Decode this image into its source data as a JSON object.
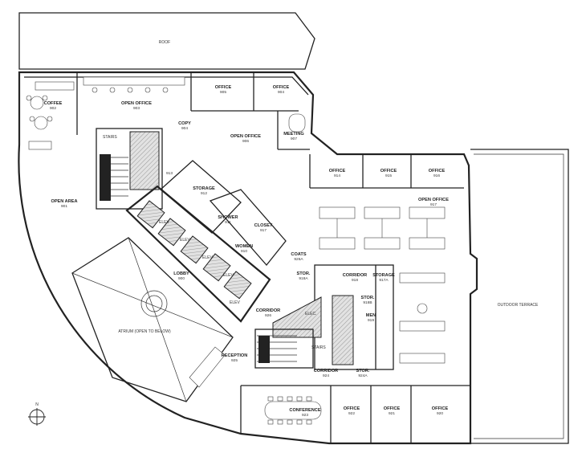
{
  "plan": {
    "roof": "ROOF",
    "outdoor_terrace": "OUTDOOR TERRACE",
    "atrium": "ATRIUM (OPEN TO BELOW)",
    "north": "N",
    "stairs": "STAIRS",
    "elevator": "ELEV",
    "elec": "ELEC.",
    "rooms": [
      {
        "name": "COFFEE",
        "number": "902"
      },
      {
        "name": "OPEN OFFICE",
        "number": "903"
      },
      {
        "name": "OFFICE",
        "number": "905"
      },
      {
        "name": "OFFICE",
        "number": "904"
      },
      {
        "name": "COPY",
        "number": "904"
      },
      {
        "name": "MEETING",
        "number": "907"
      },
      {
        "name": "OPEN OFFICE",
        "number": "906"
      },
      {
        "name": "STORAGE",
        "number": "912"
      },
      {
        "name": "",
        "number": "913"
      },
      {
        "name": "OPEN AREA",
        "number": "901"
      },
      {
        "name": "OFFICE",
        "number": "914"
      },
      {
        "name": "OFFICE",
        "number": "915"
      },
      {
        "name": "OFFICE",
        "number": "916"
      },
      {
        "name": "OPEN OFFICE",
        "number": "917"
      },
      {
        "name": "SHOWER",
        "number": "911"
      },
      {
        "name": "CLOSET",
        "number": "917"
      },
      {
        "name": "WOMEN",
        "number": "910"
      },
      {
        "name": "COATS",
        "number": "926A"
      },
      {
        "name": "STOR.",
        "number": "918A"
      },
      {
        "name": "CORRIDOR",
        "number": "918"
      },
      {
        "name": "STORAGE",
        "number": "917A"
      },
      {
        "name": "LOBBY",
        "number": "900"
      },
      {
        "name": "STOR.",
        "number": "918B"
      },
      {
        "name": "MEN",
        "number": "919"
      },
      {
        "name": "CORRIDOR",
        "number": "926"
      },
      {
        "name": "RECEPTION",
        "number": "925"
      },
      {
        "name": "CORRIDOR",
        "number": "924"
      },
      {
        "name": "STOR.",
        "number": "924A"
      },
      {
        "name": "CONFERENCE",
        "number": "923"
      },
      {
        "name": "OFFICE",
        "number": "922"
      },
      {
        "name": "OFFICE",
        "number": "921"
      },
      {
        "name": "OFFICE",
        "number": "920"
      }
    ]
  }
}
